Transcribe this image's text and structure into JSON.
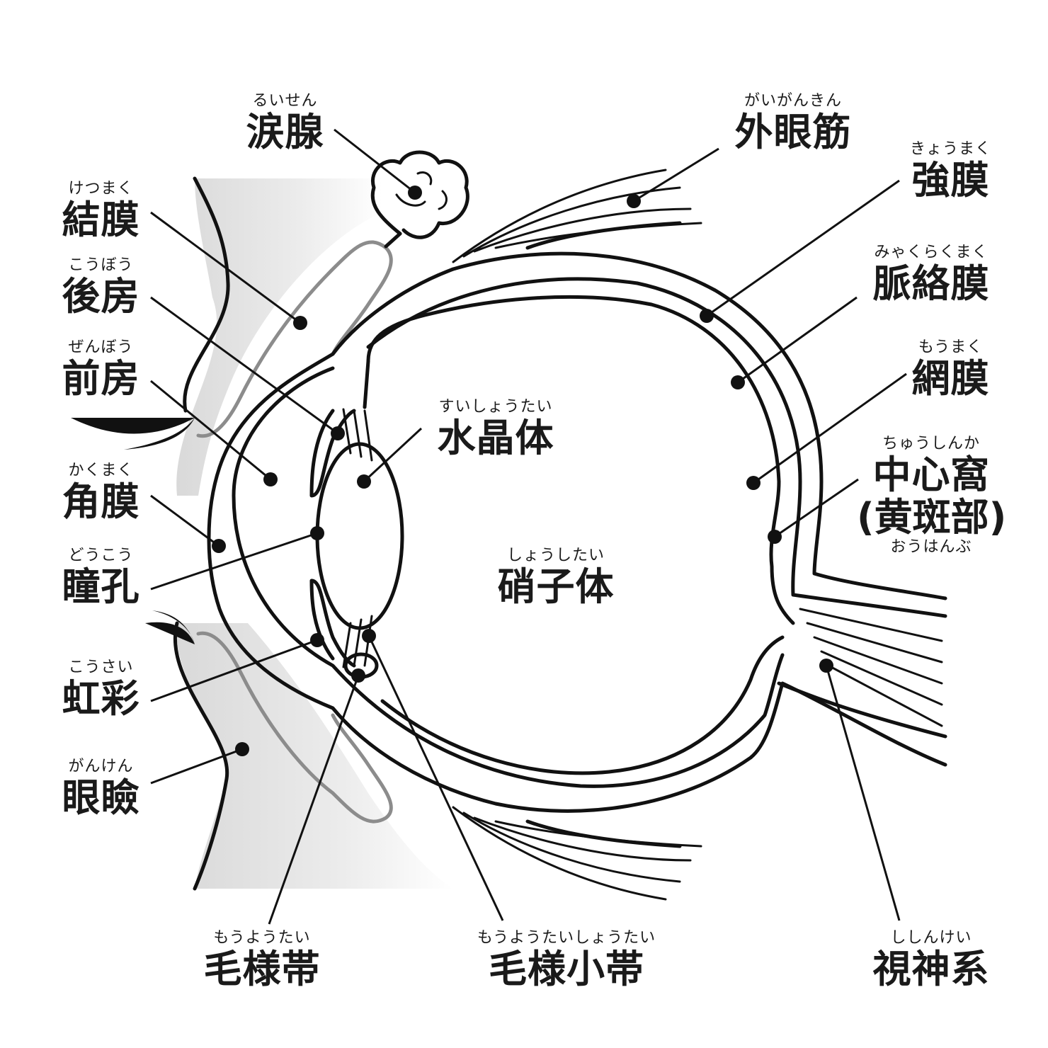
{
  "labels": {
    "lacrimal_gland": {
      "ruby": "るいせん",
      "term": "涙腺"
    },
    "extraocular_muscle": {
      "ruby": "がいがんきん",
      "term": "外眼筋"
    },
    "sclera": {
      "ruby": "きょうまく",
      "term": "強膜"
    },
    "conjunctiva": {
      "ruby": "けつまく",
      "term": "結膜"
    },
    "choroid": {
      "ruby": "みゃくらくまく",
      "term": "脈絡膜"
    },
    "posterior_chamber": {
      "ruby": "こうぼう",
      "term": "後房"
    },
    "anterior_chamber": {
      "ruby": "ぜんぼう",
      "term": "前房"
    },
    "retina": {
      "ruby": "もうまく",
      "term": "網膜"
    },
    "lens": {
      "ruby": "すいしょうたい",
      "term": "水晶体"
    },
    "fovea": {
      "ruby": "ちゅうしんか",
      "term": "中心窩",
      "sub": "(黄斑部)",
      "sub_ruby": "おうはんぶ"
    },
    "cornea": {
      "ruby": "かくまく",
      "term": "角膜"
    },
    "pupil": {
      "ruby": "どうこう",
      "term": "瞳孔"
    },
    "vitreous": {
      "ruby": "しょうしたい",
      "term": "硝子体"
    },
    "iris": {
      "ruby": "こうさい",
      "term": "虹彩"
    },
    "eyelid": {
      "ruby": "がんけん",
      "term": "眼瞼"
    },
    "ciliary_body": {
      "ruby": "もうようたい",
      "term": "毛様帯"
    },
    "zonule": {
      "ruby": "もうようたいしょうたい",
      "term": "毛様小帯"
    },
    "optic_nerve": {
      "ruby": "ししんけい",
      "term": "視神系"
    }
  }
}
